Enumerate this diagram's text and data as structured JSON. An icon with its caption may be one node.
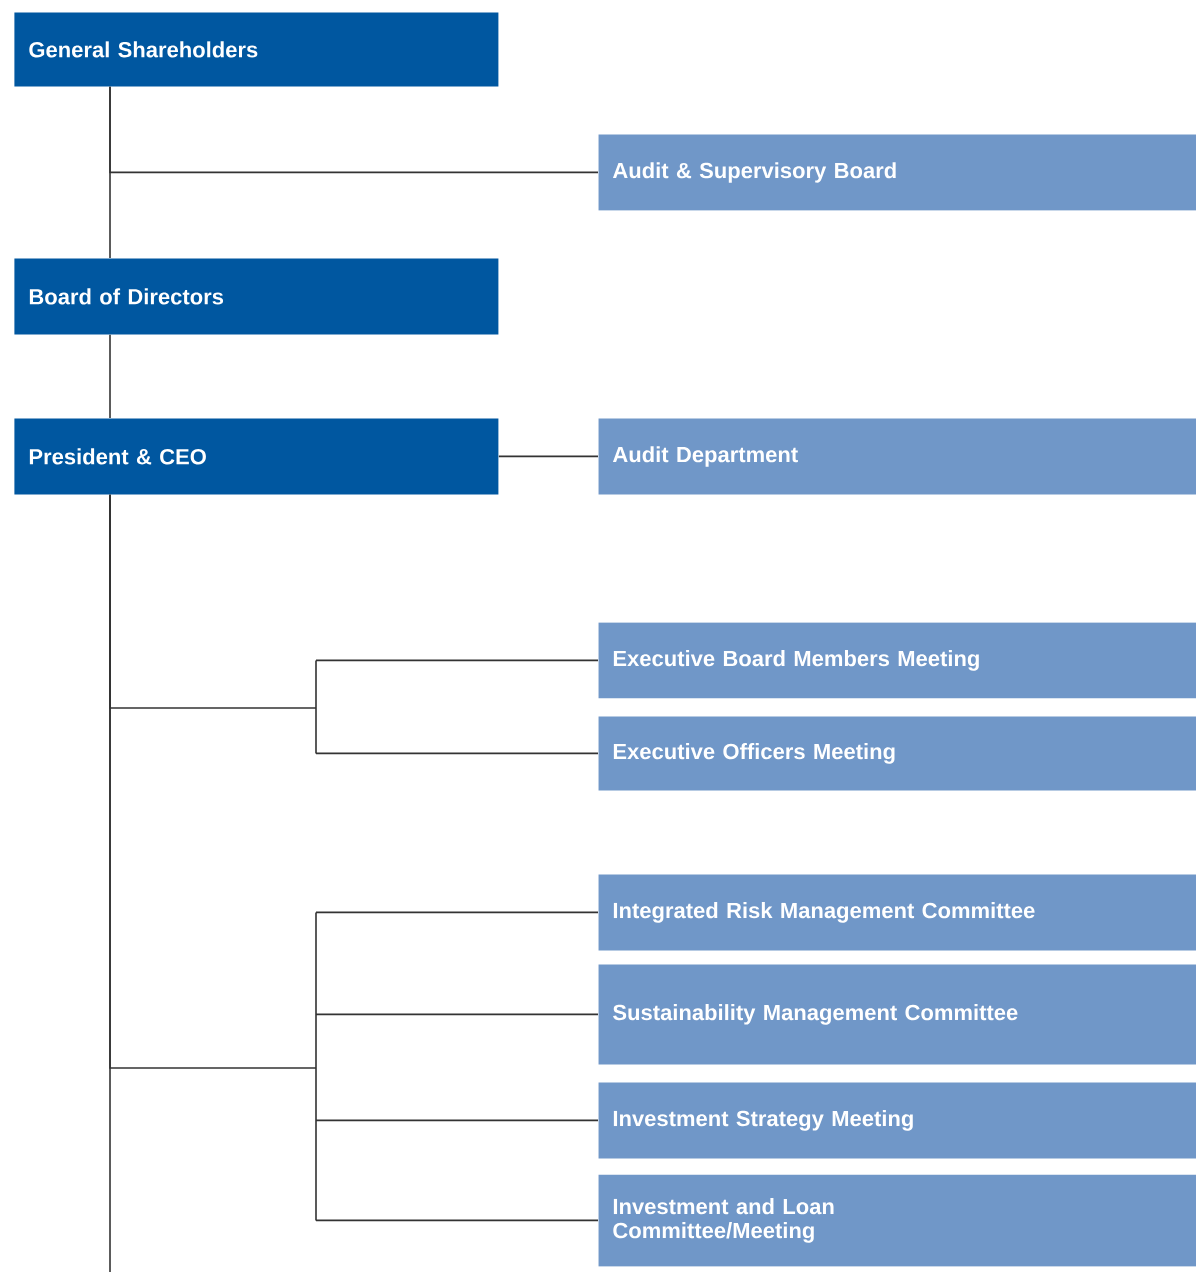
{
  "diagram": {
    "nodes": [
      {
        "text": [
          "General Shareholders"
        ]
      },
      {
        "text": [
          "Audit & Supervisory Board"
        ]
      },
      {
        "text": [
          "Board of Directors"
        ]
      },
      {
        "text": [
          "President & CEO"
        ]
      },
      {
        "text": [
          "Audit Department"
        ]
      },
      {
        "text": [
          "Executive Board Members Meeting"
        ]
      },
      {
        "text": [
          "Executive Officers Meeting"
        ]
      },
      {
        "text": [
          "Integrated Risk Management Committee"
        ]
      },
      {
        "text": [
          "Sustainability Management Committee"
        ]
      },
      {
        "text": [
          "Investment Strategy Meeting"
        ]
      },
      {
        "text": [
          "Investment and Loan Committee/Meeting"
        ]
      }
    ],
    "edges": [
      {
        "from": 0,
        "to": 1,
        "arrow": "none"
      },
      {
        "from": 0,
        "to": 2,
        "arrow": "none"
      },
      {
        "from": 2,
        "to": 3,
        "arrow": "none"
      },
      {
        "from": 3,
        "to": 4,
        "arrow": "none"
      },
      {
        "from": 3,
        "to": 5,
        "arrow": "none"
      },
      {
        "from": 3,
        "to": 6,
        "arrow": "none"
      },
      {
        "from": 3,
        "to": 7,
        "arrow": "none"
      },
      {
        "from": 3,
        "to": 8,
        "arrow": "none"
      },
      {
        "from": 3,
        "to": 9,
        "arrow": "none"
      },
      {
        "from": 3,
        "to": 10,
        "arrow": "none"
      },
      {
        "from": 3,
        "to": null,
        "arrow": "none"
      }
    ]
  }
}
